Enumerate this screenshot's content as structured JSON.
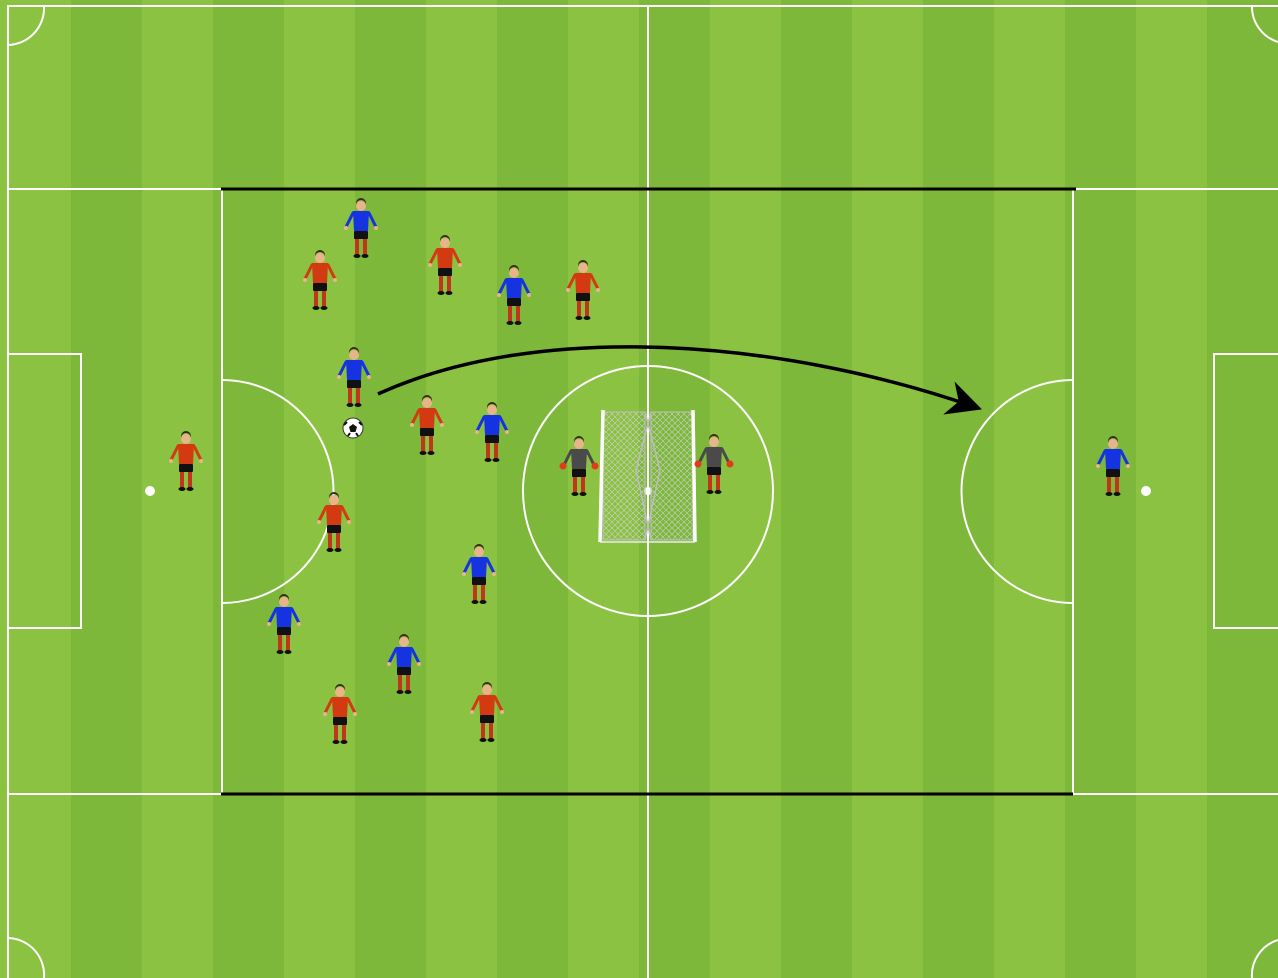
{
  "pitch": {
    "grass_light": "#8bc241",
    "grass_dark": "#7db83a",
    "line_color": "#ffffff",
    "zone_line_color": "#000000"
  },
  "teams": {
    "blue": {
      "shirt": "#1533e0",
      "shorts": "#111111",
      "socks": "#c0361b"
    },
    "red": {
      "shirt": "#d33a12",
      "shorts": "#111111",
      "socks": "#c0361b"
    },
    "keeper": {
      "shirt": "#4a4a4a",
      "shorts": "#111111",
      "socks": "#c0361b",
      "gloves": "#e23b1a"
    }
  },
  "objects": {
    "ball": "soccer-ball",
    "goal": "portable-goal",
    "arrow": "pass-arrow"
  }
}
